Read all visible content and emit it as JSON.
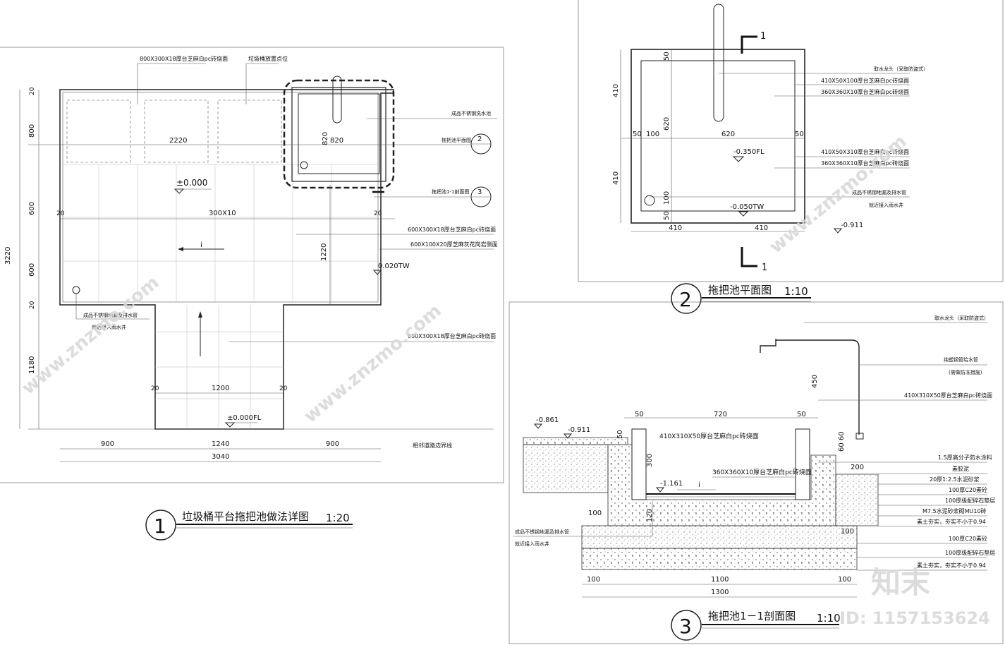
{
  "drawing1": {
    "title": "垃圾桶平台拖把池做法详图",
    "scale": "1:20",
    "circle_no": "1",
    "labels": {
      "tile_top": "800X300X18厚台芝麻白pc砖烧面",
      "bin_pos": "垃圾桶放置点位",
      "sink": "成品不锈钢洗水池",
      "mop_plan_ref": "拖把池平面图",
      "mop_plan_no": "2",
      "mop_sec_ref": "拖把池1-1剖面图",
      "mop_sec_no": "3",
      "tile_600": "600X300X18厚台芝麻白pc砖烧面",
      "curb": "600X100X20厚芝麻灰花岗岩侧面",
      "drain1": "成品不锈钢地漏及排水管",
      "drain2": "就近接入雨水井",
      "tile_path": "600X300X18厚台芝麻白pc砖烧面",
      "boundary": "相邻道路边界线",
      "level_0": "±0.000",
      "level_0fl": "±0.000FL",
      "level_tw": "0.020TW",
      "slope": "i"
    },
    "dims": {
      "d2220": "2220",
      "d820a": "820",
      "d820b": "820",
      "d300x10": "300X10",
      "d1220": "1220",
      "d1200": "1200",
      "d900a": "900",
      "d1240": "1240",
      "d900b": "900",
      "d3040": "3040",
      "d3220": "3220",
      "d800": "800",
      "d600a": "600",
      "d600b": "600",
      "d1180": "1180",
      "d20": "20"
    }
  },
  "drawing2": {
    "title": "拖把池平面图",
    "scale": "1:10",
    "circle_no": "2",
    "section_mark": "1",
    "labels": {
      "tap": "取水龙头（采取防盗式）",
      "l1": "410X50X100厚台芝麻白pc砖烧面",
      "l2": "360X360X10厚台芝麻白pc砖烧面",
      "l3": "410X50X310厚台芝麻白pc砖烧面",
      "l4": "360X360X10厚台芝麻白pc砖烧面",
      "drain1": "成品不锈钢地漏及排水管",
      "drain2": "就近接入雨水井",
      "lv1": "-0.350FL",
      "lv2": "-0.050TW",
      "lv3": "-0.911"
    },
    "dims": {
      "d50": "50",
      "d100": "100",
      "d620": "620",
      "d410": "410",
      "d620v": "620"
    }
  },
  "drawing3": {
    "title": "拖把池1－1剖面图",
    "scale": "1:10",
    "circle_no": "3",
    "labels": {
      "tap": "取水龙头（采取防盗式）",
      "pipe": "纯塑钢管给水管",
      "pipe2": "(需做防冻措施)",
      "top_tile": "410X310X50厚台芝麻白pc砖烧面",
      "inner1": "410X310X50厚台芝麻白pc砖烧面",
      "inner2": "360X360X10厚台芝麻白pc砖烧面",
      "waterproof": "1.5厚高分子防水涂料",
      "cement": "素胶泥",
      "mortar": "20厚1:2.5水泥砂浆",
      "c20": "100厚C20素砼",
      "gravel": "100厚级配碎石垫层",
      "brick": "M7.5水泥砂浆砌MU10砖",
      "soil": "素土夯实，夯实不小于0.94",
      "c20b": "100厚C20素砼",
      "gravelb": "100厚级配碎石垫层",
      "soilb": "素土夯实，夯实不小于0.94",
      "drain1": "成品不锈钢地漏及排水管",
      "drain2": "就近接入雨水井",
      "lv1": "-0.861",
      "lv2": "-0.911",
      "lv3": "-1.161"
    },
    "dims": {
      "d50": "50",
      "d720": "720",
      "d450": "450",
      "d300": "300",
      "d120": "120",
      "d100": "100",
      "d1100": "1100",
      "d1300": "1300",
      "d200": "200",
      "d6060": "60 60"
    }
  },
  "watermark": {
    "brand": "知末",
    "id": "ID: 1157153624",
    "site": "www.znzmo.com"
  }
}
